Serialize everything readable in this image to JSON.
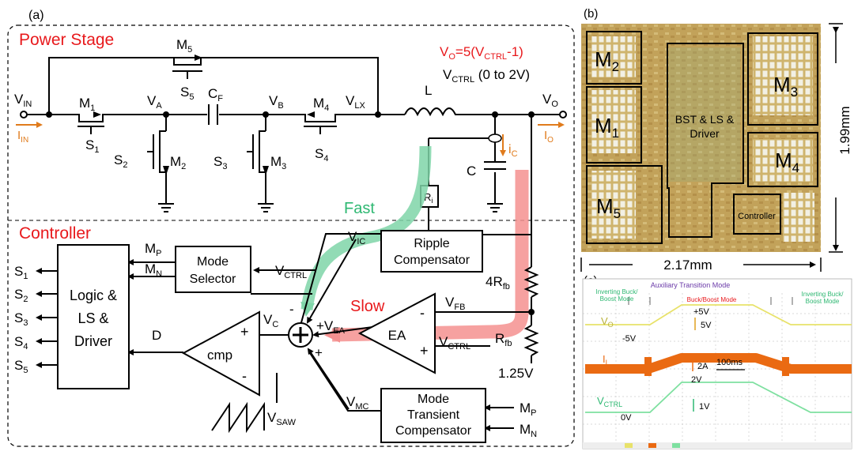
{
  "panels": {
    "a": "(a)",
    "b": "(b)",
    "c": "(c)"
  },
  "power_stage": {
    "title": "Power Stage",
    "equation": {
      "main": "V",
      "sub": "O",
      "rest": "=5(V",
      "sub2": "CTRL",
      "tail": "-1)"
    },
    "vctrl_range": {
      "main": "V",
      "sub": "CTRL",
      "tail": " (0 to 2V)"
    },
    "nodes": {
      "vin": {
        "main": "V",
        "sub": "IN"
      },
      "iin": {
        "main": "I",
        "sub": "IN"
      },
      "va": {
        "main": "V",
        "sub": "A"
      },
      "vb": {
        "main": "V",
        "sub": "B"
      },
      "vlx": {
        "main": "V",
        "sub": "LX"
      },
      "vo": {
        "main": "V",
        "sub": "O"
      },
      "io": {
        "main": "I",
        "sub": "O"
      },
      "ic": {
        "main": "i",
        "sub": "C"
      }
    },
    "components": {
      "m1": {
        "main": "M",
        "sub": "1"
      },
      "m2": {
        "main": "M",
        "sub": "2"
      },
      "m3": {
        "main": "M",
        "sub": "3"
      },
      "m4": {
        "main": "M",
        "sub": "4"
      },
      "m5": {
        "main": "M",
        "sub": "5"
      },
      "s1": {
        "main": "S",
        "sub": "1"
      },
      "s2": {
        "main": "S",
        "sub": "2"
      },
      "s3": {
        "main": "S",
        "sub": "3"
      },
      "s4": {
        "main": "S",
        "sub": "4"
      },
      "s5": {
        "main": "S",
        "sub": "5"
      },
      "cf": {
        "main": "C",
        "sub": "F"
      },
      "l": "L",
      "c": "C",
      "ri": {
        "main": "R",
        "sub": "i"
      }
    }
  },
  "controller": {
    "title": "Controller",
    "fast": "Fast",
    "slow": "Slow",
    "logic_block": [
      "Logic &",
      "LS &",
      "Driver"
    ],
    "mode_selector": [
      "Mode",
      "Selector"
    ],
    "ripple_comp": [
      "Ripple",
      "Compensator"
    ],
    "mode_transient": [
      "Mode",
      "Transient",
      "Compensator"
    ],
    "ea": "EA",
    "cmp": "cmp",
    "outputs": [
      {
        "main": "S",
        "sub": "1"
      },
      {
        "main": "S",
        "sub": "2"
      },
      {
        "main": "S",
        "sub": "3"
      },
      {
        "main": "S",
        "sub": "4"
      },
      {
        "main": "S",
        "sub": "5"
      }
    ],
    "signals": {
      "mp": {
        "main": "M",
        "sub": "P"
      },
      "mn": {
        "main": "M",
        "sub": "N"
      },
      "vctrl": {
        "main": "V",
        "sub": "CTRL"
      },
      "vic": {
        "main": "V",
        "sub": "IC"
      },
      "vfb": {
        "main": "V",
        "sub": "FB"
      },
      "vea": {
        "main": "+V",
        "sub": "EA"
      },
      "vc": {
        "main": "V",
        "sub": "C"
      },
      "vmc": {
        "main": "V",
        "sub": "MC"
      },
      "vsaw": {
        "main": "V",
        "sub": "SAW"
      },
      "d": "D",
      "r4fb": {
        "main": "4R",
        "sub": "fb"
      },
      "rfb": {
        "main": "R",
        "sub": "fb"
      },
      "ref": "1.25V"
    },
    "signs": {
      "minus": "-",
      "plus": "+"
    }
  },
  "die": {
    "blocks": {
      "m2": {
        "main": "M",
        "sub": "2"
      },
      "m1": {
        "main": "M",
        "sub": "1"
      },
      "m5": {
        "main": "M",
        "sub": "5"
      },
      "m3": {
        "main": "M",
        "sub": "3"
      },
      "m4": {
        "main": "M",
        "sub": "4"
      },
      "bst": [
        "BST & LS &",
        "Driver"
      ],
      "controller": "Controller"
    },
    "height": "1.99mm",
    "width": "2.17mm"
  },
  "scope": {
    "modes": {
      "inv_left": [
        "Inverting Buck/",
        "Boost Mode"
      ],
      "aux": "Auxiliary Transition Mode",
      "buck_boost": "Buck/Boost Mode",
      "inv_right": [
        "Inverting Buck/",
        "Boost Mode"
      ]
    },
    "traces": {
      "vo": {
        "main": "V",
        "sub": "O"
      },
      "il": {
        "main": "I",
        "sub": "L"
      },
      "vctrl": {
        "main": "V",
        "sub": "CTRL"
      }
    },
    "annotations": {
      "p5v": "+5V",
      "m5v": "-5V",
      "s5v": "5V",
      "s2a": "2A",
      "time": "100ms",
      "v2": "2V",
      "v0": "0V",
      "v1": "1V"
    },
    "colors": {
      "vo": "#e8e26a",
      "il": "#ea6a12",
      "vctrl": "#7ee0a0"
    }
  },
  "colors": {
    "title_red": "#e8191c",
    "fast_green": "#2eb872",
    "slow_red": "#f06a6a",
    "orange": "#e07b1c"
  }
}
